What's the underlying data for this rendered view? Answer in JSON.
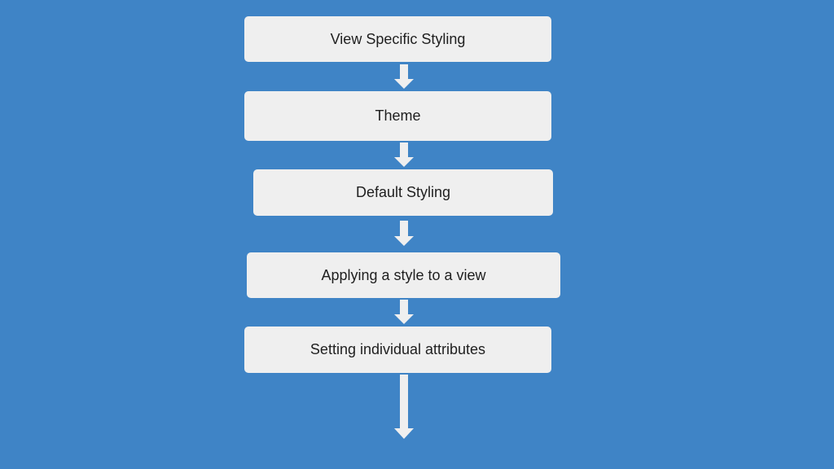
{
  "diagram": {
    "steps": [
      {
        "label": "View Specific Styling"
      },
      {
        "label": "Theme"
      },
      {
        "label": "Default Styling"
      },
      {
        "label": "Applying a style to a view"
      },
      {
        "label": "Setting individual attributes"
      }
    ]
  },
  "colors": {
    "background": "#3f84c6",
    "box_fill": "#efefef",
    "arrow_fill": "#efefef"
  },
  "icons": [
    "down-arrow-icon"
  ]
}
